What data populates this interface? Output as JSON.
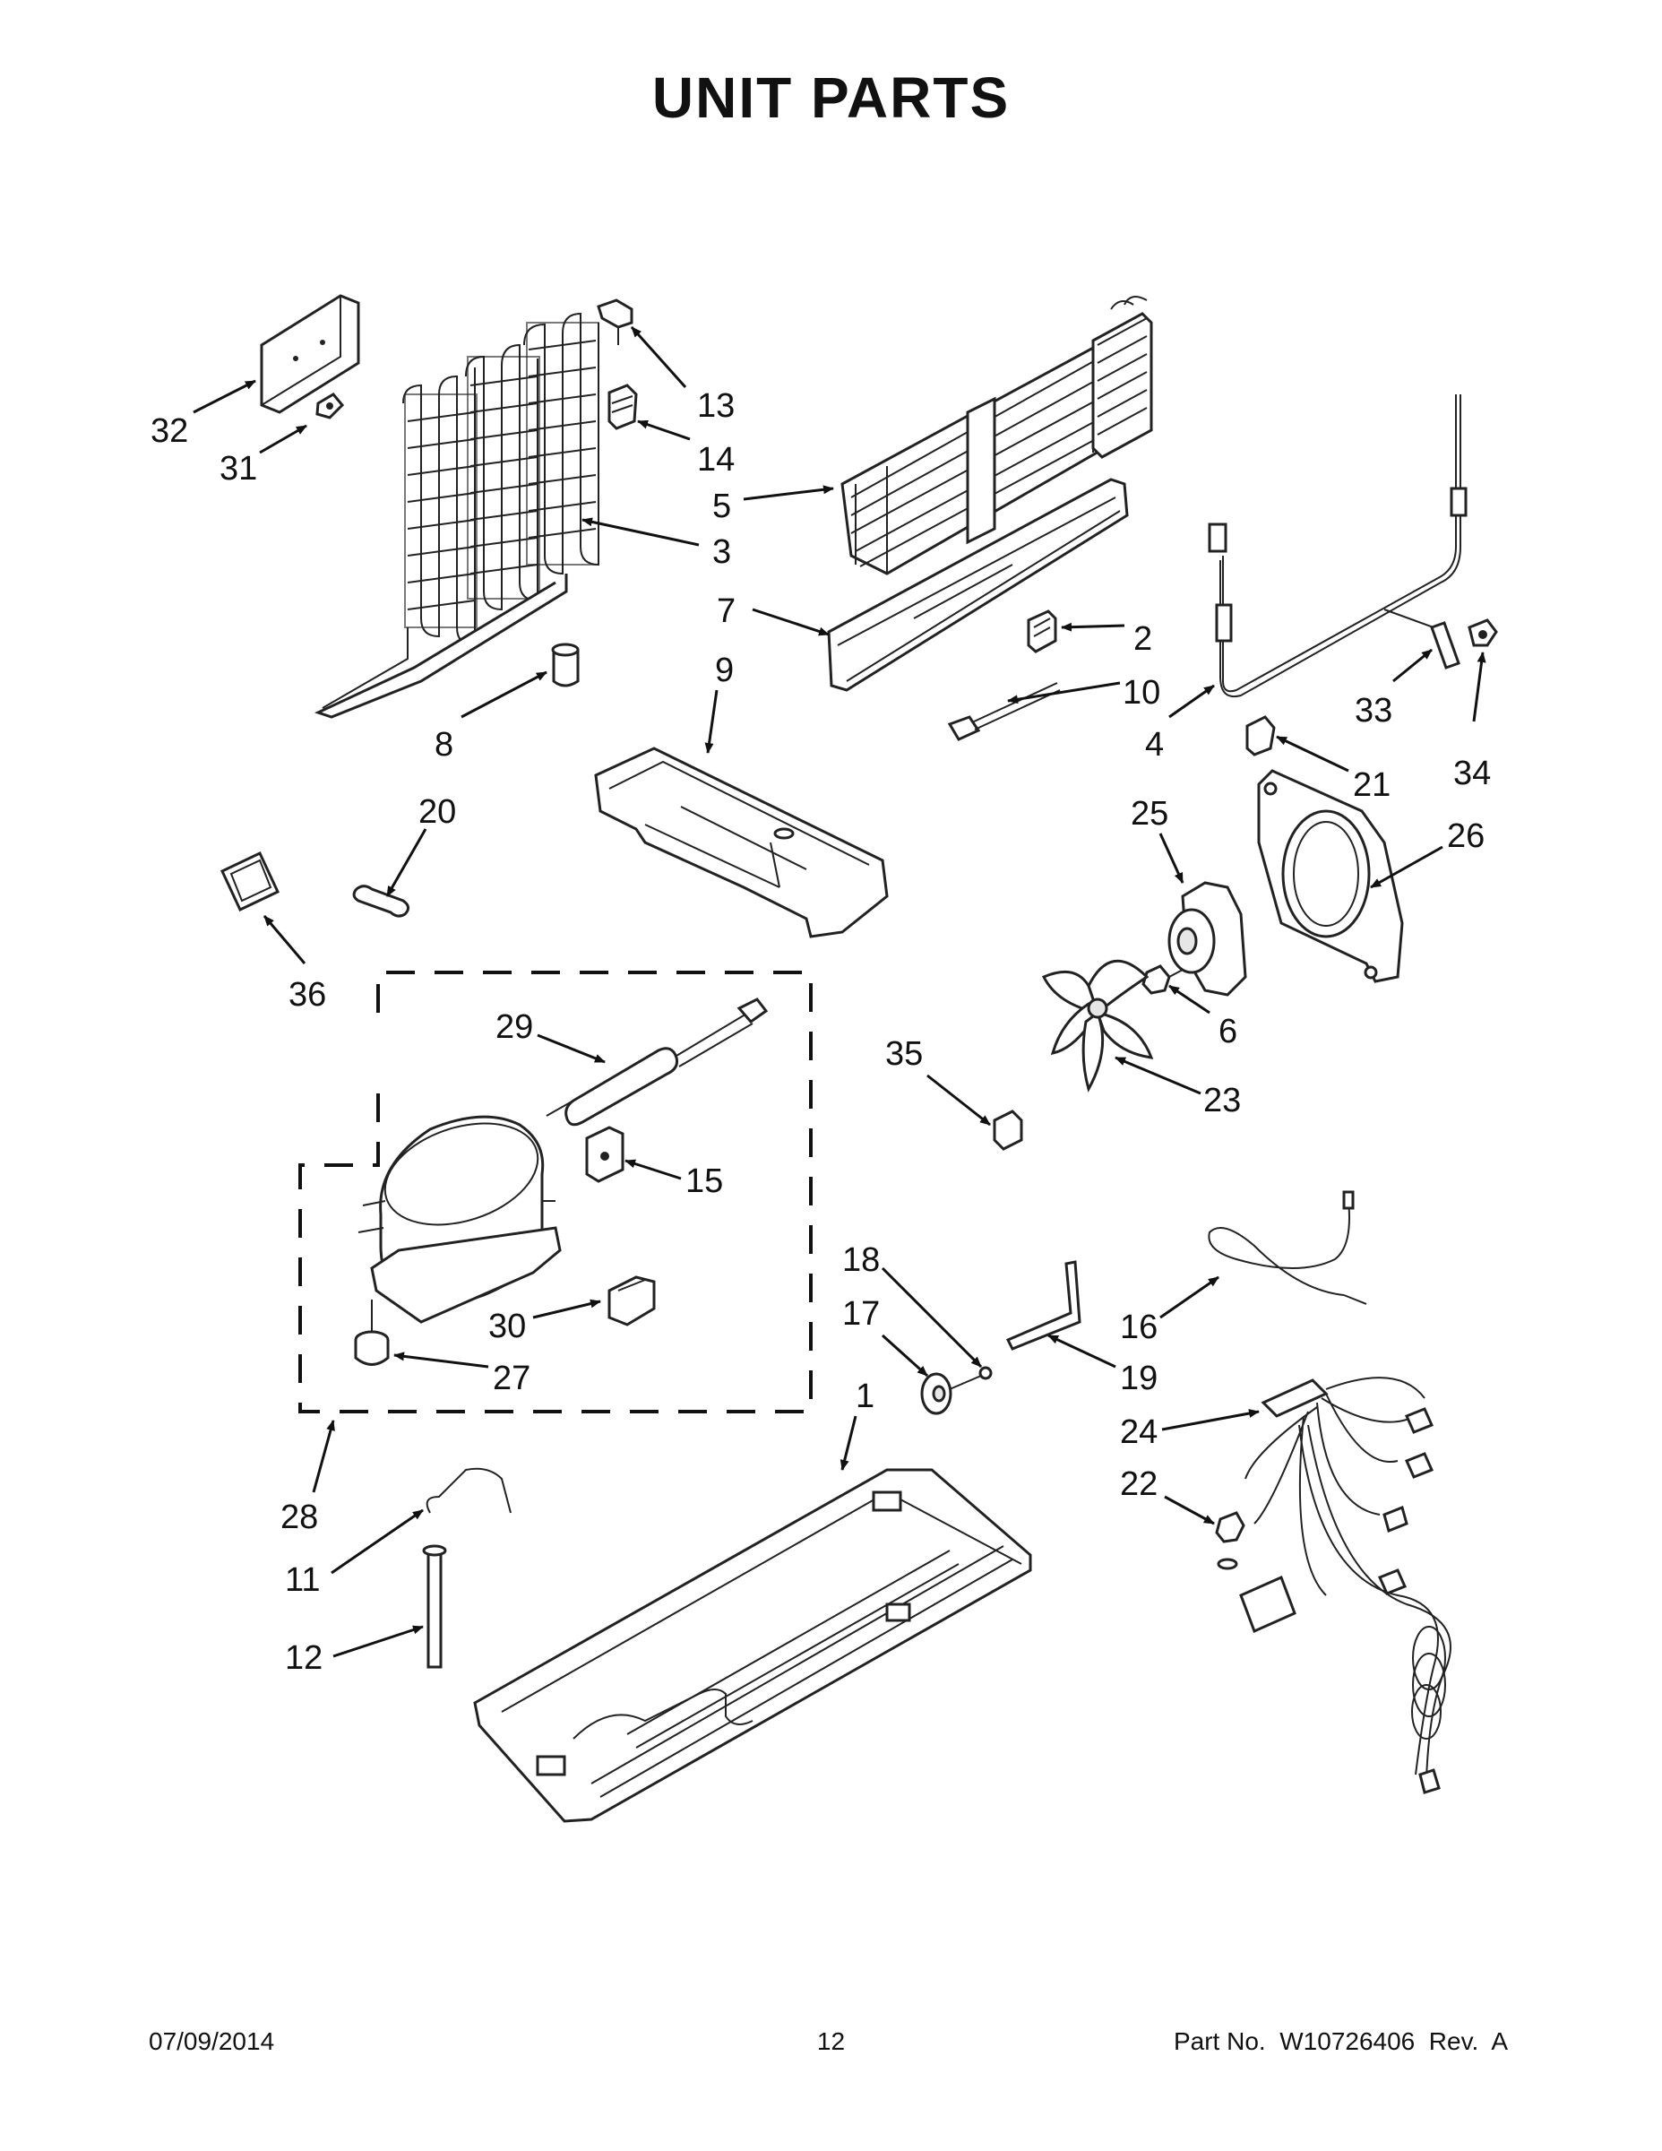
{
  "title": "UNIT PARTS",
  "footer": {
    "date": "07/09/2014",
    "page": "12",
    "part_number": "Part No.  W10726406  Rev.  A"
  },
  "callouts": {
    "c1": "1",
    "c2": "2",
    "c3": "3",
    "c4": "4",
    "c5": "5",
    "c6": "6",
    "c7": "7",
    "c8": "8",
    "c9": "9",
    "c10": "10",
    "c11": "11",
    "c12": "12",
    "c13": "13",
    "c14": "14",
    "c15": "15",
    "c16": "16",
    "c17": "17",
    "c18": "18",
    "c19": "19",
    "c20": "20",
    "c21": "21",
    "c22": "22",
    "c23": "23",
    "c24": "24",
    "c25": "25",
    "c26": "26",
    "c27": "27",
    "c28": "28",
    "c29": "29",
    "c30": "30",
    "c31": "31",
    "c32": "32",
    "c33": "33",
    "c34": "34",
    "c35": "35",
    "c36": "36"
  }
}
